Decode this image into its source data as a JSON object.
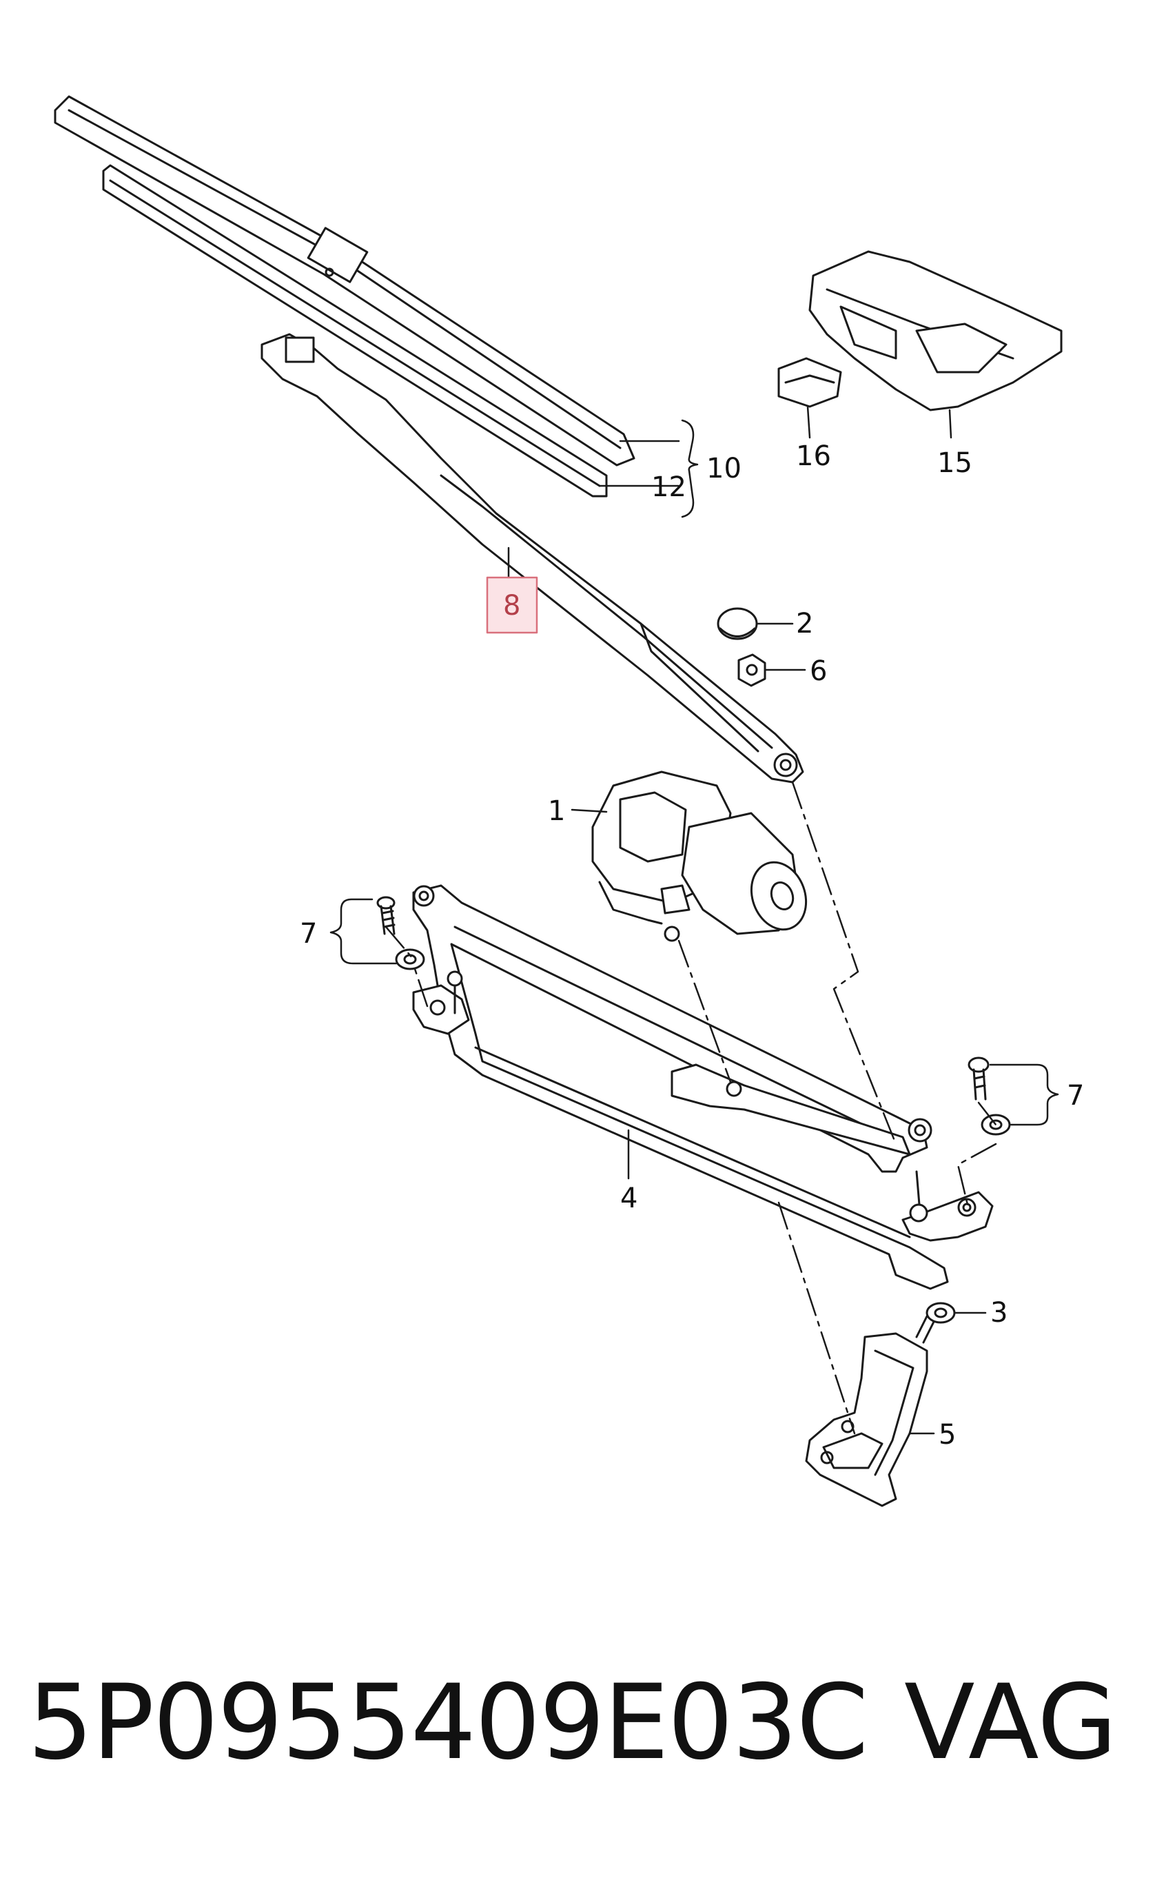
{
  "callouts": {
    "c1": "1",
    "c2": "2",
    "c3": "3",
    "c4": "4",
    "c5": "5",
    "c6": "6",
    "c7_left": "7",
    "c7_right": "7",
    "c8": "8",
    "c10": "10",
    "c12": "12",
    "c15": "15",
    "c16": "16"
  },
  "highlighted_callout": "8",
  "footer": {
    "part_number": "5P0955409E03C",
    "brand": "VAG"
  },
  "colors": {
    "line": "#1a1a1a",
    "highlight_fill": "#fbe3e6",
    "highlight_stroke": "#d9707c",
    "highlight_text": "#b3404a"
  }
}
